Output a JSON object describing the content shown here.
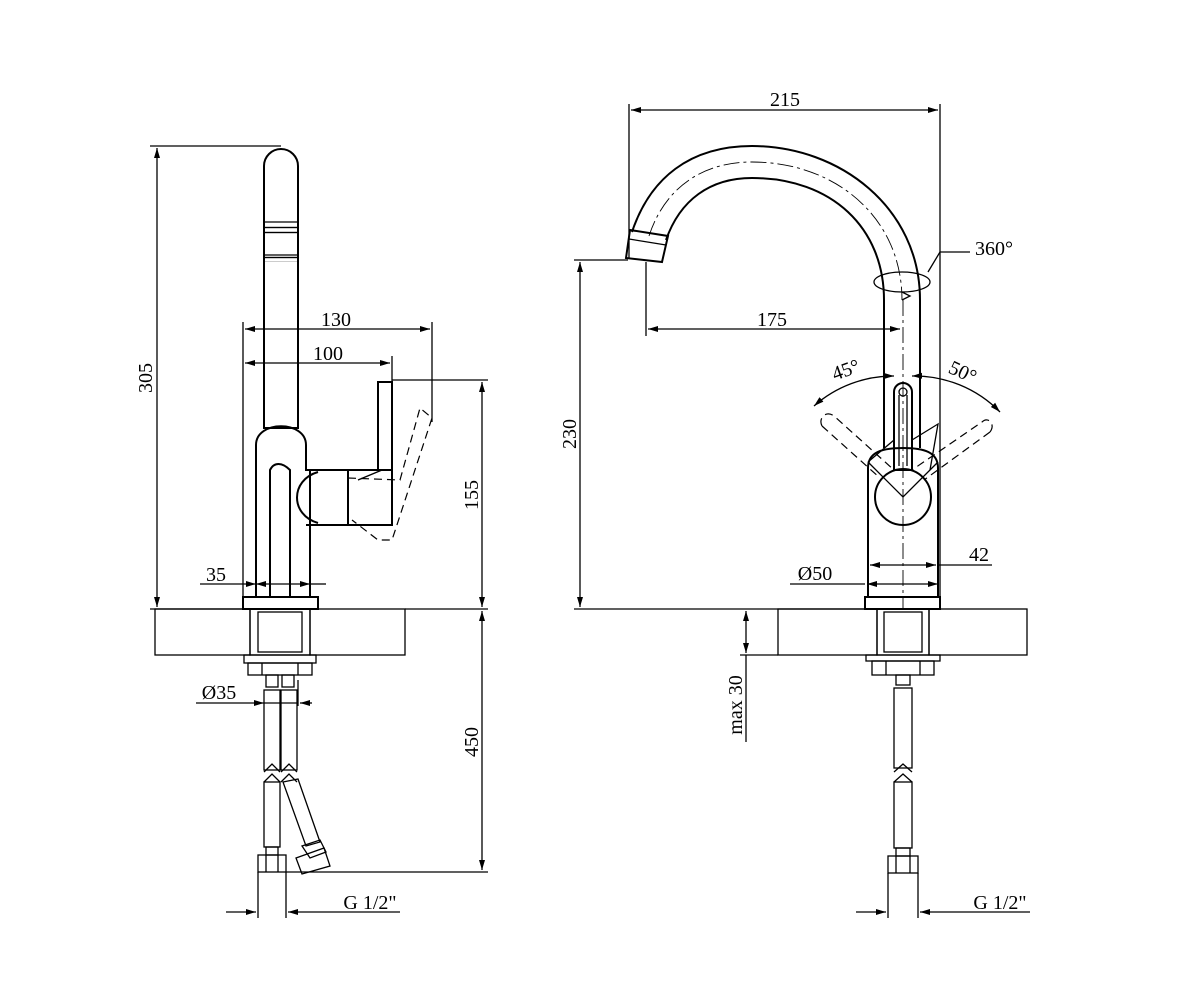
{
  "side_view": {
    "dim_height_total": "305",
    "dim_reach_outer": "130",
    "dim_reach_inner": "100",
    "dim_lever_height": "155",
    "dim_body_width": "35",
    "dim_thread_dia": "Ø35",
    "dim_hose_length": "450",
    "dim_connection": "G 1/2\""
  },
  "front_view": {
    "dim_spout_width": "215",
    "dim_rotation": "360°",
    "dim_spout_reach": "175",
    "dim_angle_left": "45°",
    "dim_angle_right": "50°",
    "dim_spout_height": "230",
    "dim_body_right": "42",
    "dim_base_dia": "Ø50",
    "dim_max_countertop": "max 30",
    "dim_connection": "G 1/2\""
  }
}
